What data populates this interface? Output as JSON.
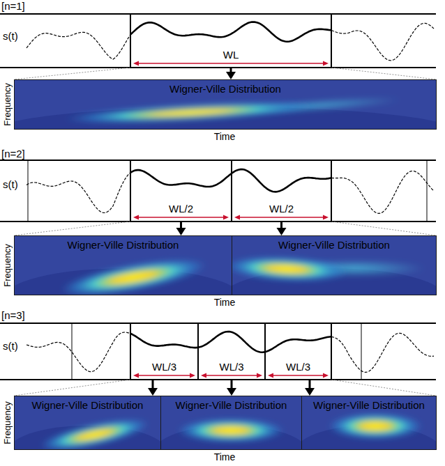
{
  "diagram": {
    "nodes": [
      {
        "text": [
          "WL"
        ]
      },
      {
        "text": [
          "Wigner-Ville Distribution"
        ]
      },
      {
        "text": [
          "WL/2"
        ]
      },
      {
        "text": [
          "WL/2"
        ]
      },
      {
        "text": [
          "Wigner-Ville Distribution"
        ]
      },
      {
        "text": [
          "Wigner-Ville Distribution"
        ]
      },
      {
        "text": [
          "WL/3"
        ]
      },
      {
        "text": [
          "WL/3"
        ]
      },
      {
        "text": [
          "WL/3"
        ]
      },
      {
        "text": [
          "Wigner-Ville Distribution"
        ]
      },
      {
        "text": [
          "Wigner-Ville Distribution"
        ]
      },
      {
        "text": [
          "Wigner-Ville Distribution"
        ]
      }
    ],
    "edges": [
      {
        "from": 0,
        "to": 1,
        "arrow": "to"
      },
      {
        "from": 2,
        "to": 4,
        "arrow": "to"
      },
      {
        "from": 3,
        "to": 5,
        "arrow": "to"
      },
      {
        "from": 6,
        "to": 9,
        "arrow": "to"
      },
      {
        "from": 7,
        "to": 10,
        "arrow": "to"
      },
      {
        "from": 8,
        "to": 11,
        "arrow": "to"
      }
    ],
    "labels": [
      "[n=1]",
      "s(t)",
      "Frequency",
      "Time",
      "[n=2]",
      "s(t)",
      "Frequency",
      "Time",
      "[n=3]",
      "s(t)",
      "Frequency",
      "Time"
    ]
  }
}
